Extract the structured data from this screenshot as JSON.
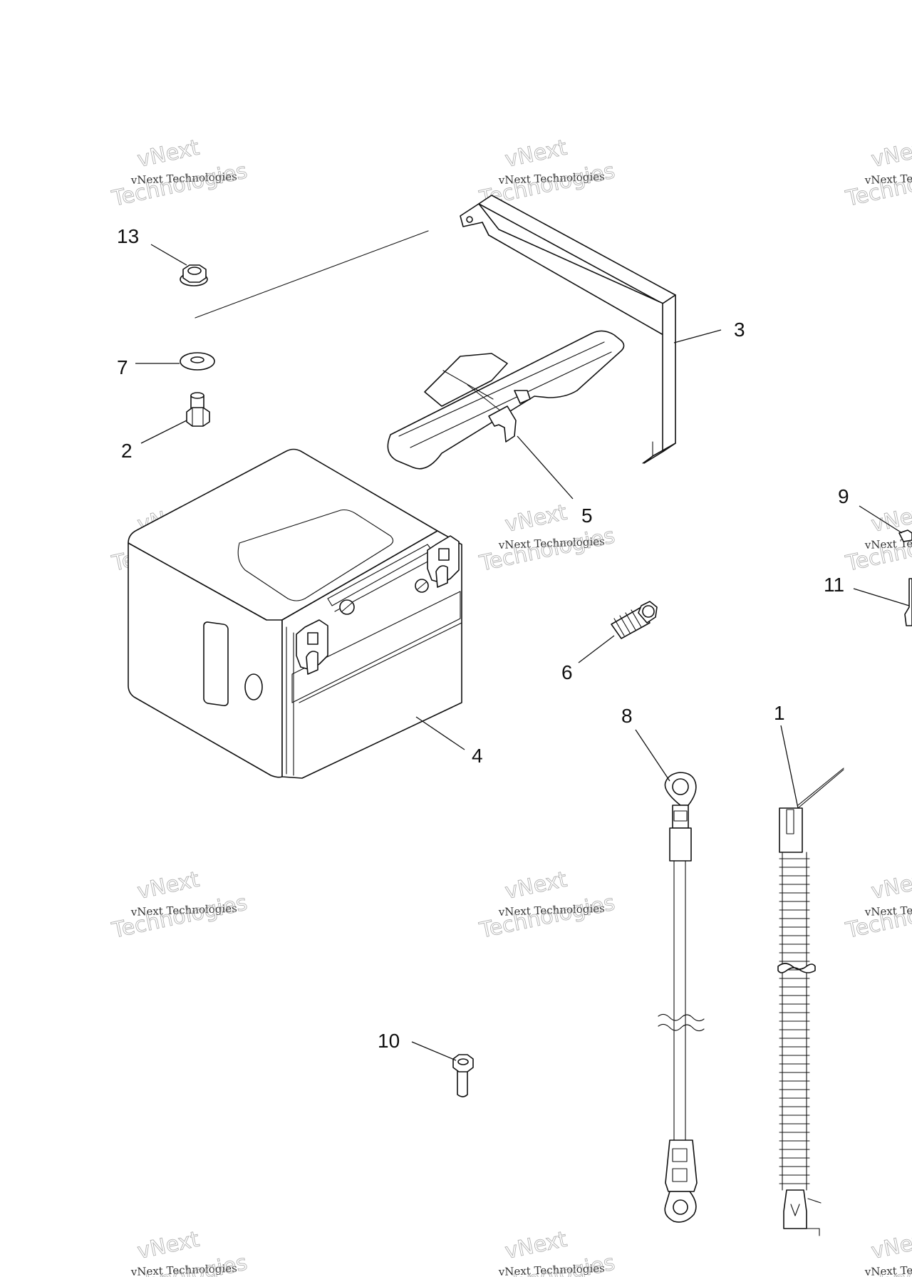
{
  "watermark": {
    "big_word_1": "vNext",
    "small_text": "vNext Technologies",
    "big_word_2": "Technologies"
  },
  "callouts": {
    "c1": "1",
    "c2": "2",
    "c3": "3",
    "c4": "4",
    "c5": "5",
    "c6": "6",
    "c7": "7",
    "c8": "8",
    "c9": "9",
    "c10": "10",
    "c11": "11",
    "c13": "13"
  },
  "colors": {
    "line": "#111111",
    "background": "#ffffff",
    "watermark": "#999999"
  }
}
